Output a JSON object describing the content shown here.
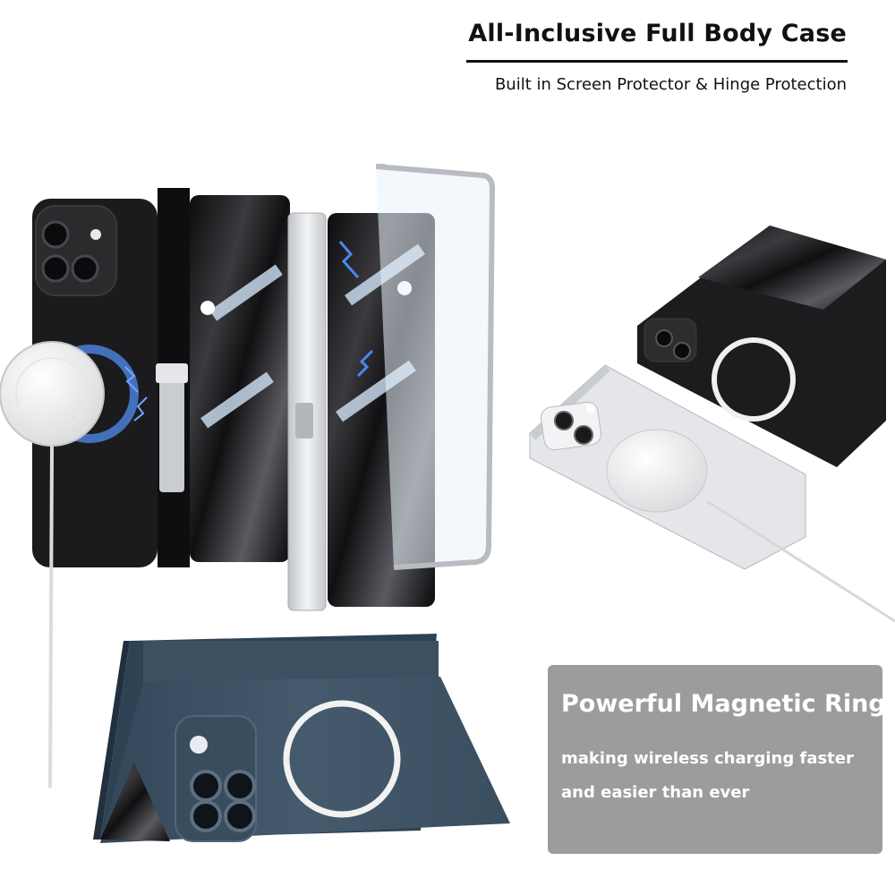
{
  "header": {
    "title": "All-Inclusive Full Body Case",
    "subtitle": "Built in Screen Protector & Hinge Protection"
  },
  "feature": {
    "title": "Powerful Magnetic Ring",
    "description": "making wireless charging faster and easier than ever"
  },
  "colors": {
    "black_case": "#1b1b1d",
    "silver_frame": "#d9dde2",
    "blue_case": "#3f5262",
    "panel_gray": "#9c9c9c",
    "text_dark": "#111111"
  },
  "icons": [
    "magnetic-charger-icon",
    "camera-module-icon",
    "magnetic-ring-icon",
    "kickstand-icon",
    "charging-cable-icon"
  ]
}
